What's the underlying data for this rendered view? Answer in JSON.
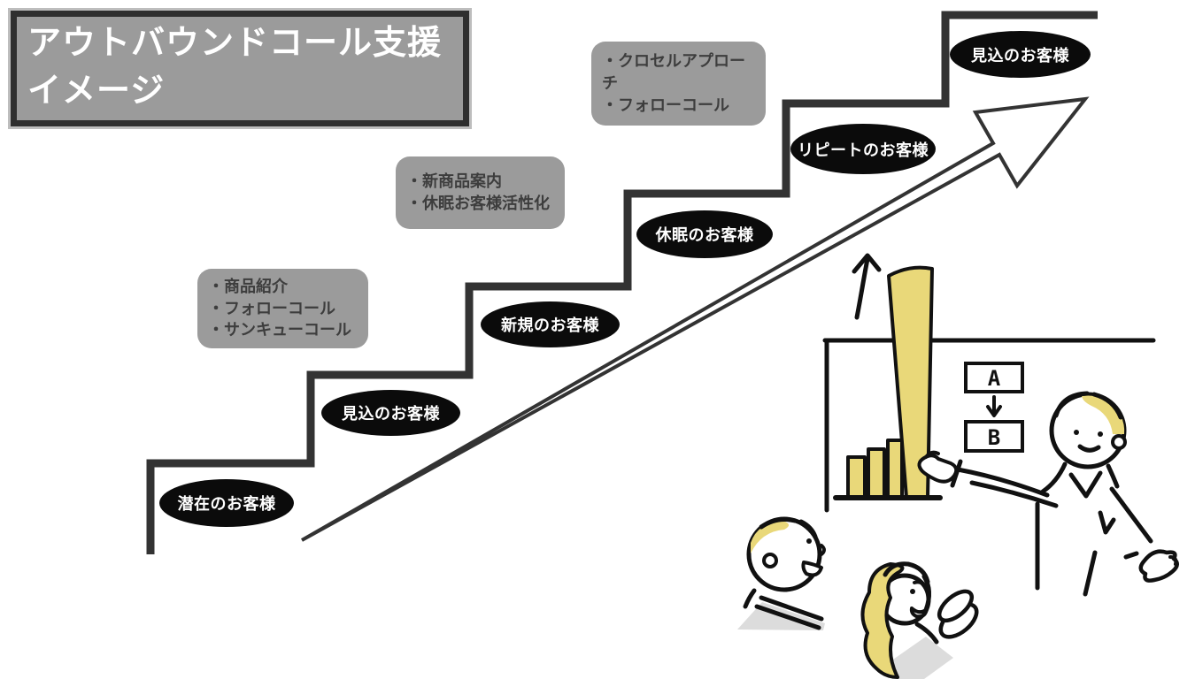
{
  "title": {
    "line1": "アウトバウンドコール支援",
    "line2": "イメージ"
  },
  "stages": [
    {
      "label": "潜在のお客様"
    },
    {
      "label": "見込のお客様"
    },
    {
      "label": "新規のお客様"
    },
    {
      "label": "休眠のお客様"
    },
    {
      "label": "リピートのお客様"
    },
    {
      "label": "見込のお客様"
    }
  ],
  "callouts": [
    {
      "items": [
        "・商品紹介",
        "・フォローコール",
        "・サンキューコール"
      ]
    },
    {
      "items": [
        "・新商品案内",
        "・休眠お客様活性化"
      ]
    },
    {
      "items": [
        "・クロセルアプローチ",
        "・フォローコール"
      ]
    }
  ],
  "illustration": {
    "sign_top": "A",
    "sign_bottom": "B"
  },
  "colors": {
    "stairs": "#333333",
    "stage_fill": "#0b0b0b",
    "stage_text": "#ffffff",
    "callout_bg": "#9b9b9b",
    "callout_text": "#3d3d3d",
    "title_bg": "#9b9b9b",
    "title_border": "#2f2f2f",
    "title_text": "#ffffff",
    "accent_yellow": "#e9d879",
    "line_art": "#111111",
    "shadow_gray": "#dcdcdc"
  }
}
